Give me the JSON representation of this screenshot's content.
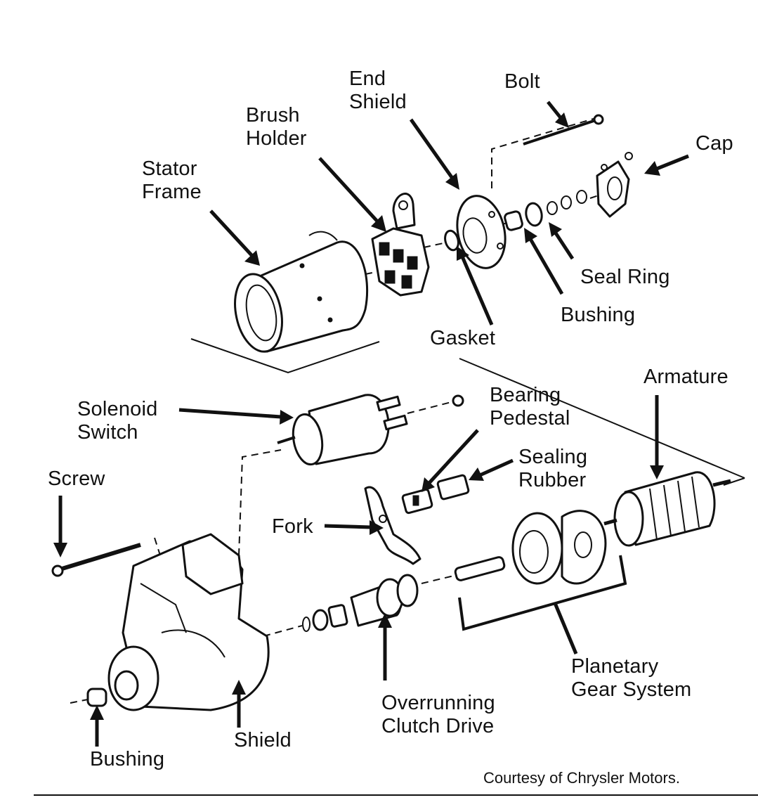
{
  "labels": {
    "end_shield": [
      "End",
      "Shield"
    ],
    "bolt": "Bolt",
    "brush_holder": [
      "Brush",
      "Holder"
    ],
    "cap": "Cap",
    "stator_frame": [
      "Stator",
      "Frame"
    ],
    "seal_ring": "Seal Ring",
    "bushing_top": "Bushing",
    "gasket": "Gasket",
    "armature": "Armature",
    "solenoid_switch": [
      "Solenoid",
      "Switch"
    ],
    "bearing_pedestal": [
      "Bearing",
      "Pedestal"
    ],
    "sealing_rubber": [
      "Sealing",
      "Rubber"
    ],
    "screw": "Screw",
    "fork": "Fork",
    "planetary_gear_system": [
      "Planetary",
      "Gear System"
    ],
    "overrunning_clutch_drive": [
      "Overrunning",
      "Clutch Drive"
    ],
    "shield": "Shield",
    "bushing_bottom": "Bushing"
  },
  "credit": "Courtesy of Chrysler Motors."
}
